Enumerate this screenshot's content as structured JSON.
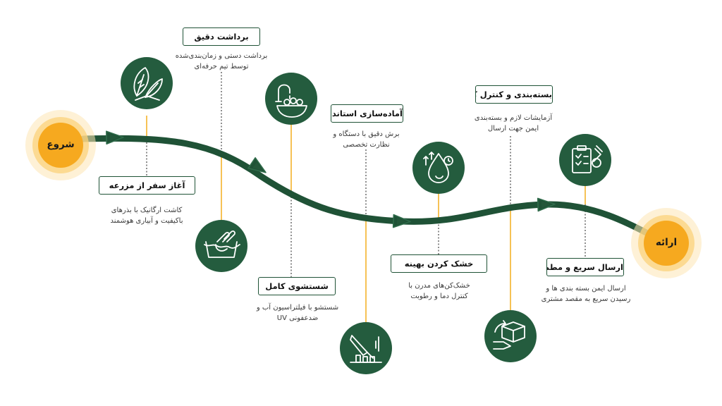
{
  "colors": {
    "path_green": "#1f5236",
    "icon_circle": "#245c3e",
    "connector_orange": "#f3b32b",
    "endpoint_orange": "#f6a91f",
    "endpoint_glow": "#fde6b5"
  },
  "start_label": "شروع",
  "end_label": "ارائه",
  "steps": [
    {
      "title": "آغاز سفر از مزرعه",
      "desc": "کاشت ارگانیک با بذرهای\nباکیفیت و آبیاری هوشمند",
      "icon": "spinach-leaf-icon"
    },
    {
      "title": "برداشت دقیق",
      "desc": "برداشت دستی و زمان‌بندی‌شده\nتوسط تیم حرفه‌ای",
      "icon": "hand-washing-icon"
    },
    {
      "title": "شستشوی کامل",
      "desc": "شستشو با فیلتراسیون آب و\nضدعفونی UV",
      "icon": "faucet-bowl-icon"
    },
    {
      "title": "آماده‌سازی استاندارد",
      "desc": "برش دقیق با دستگاه و\nنظارت تخصصی",
      "icon": "knife-cutting-icon"
    },
    {
      "title": "خشک کردن بهینه",
      "desc": "خشک‌کن‌های مدرن با\nکنترل دما و رطوبت",
      "icon": "water-drop-dryer-icon"
    },
    {
      "title": "بسته‌بندی و کنترل کیفیت",
      "desc": "آزمایشات لازم و بسته‌بندی\nایمن جهت ارسال",
      "icon": "package-delivery-icon"
    },
    {
      "title": "ارسال سریع و مطمئن",
      "desc": "ارسال ایمن بسته بندی ها و\nرسیدن سریع به مقصد مشتری",
      "icon": "quality-checklist-icon"
    }
  ]
}
